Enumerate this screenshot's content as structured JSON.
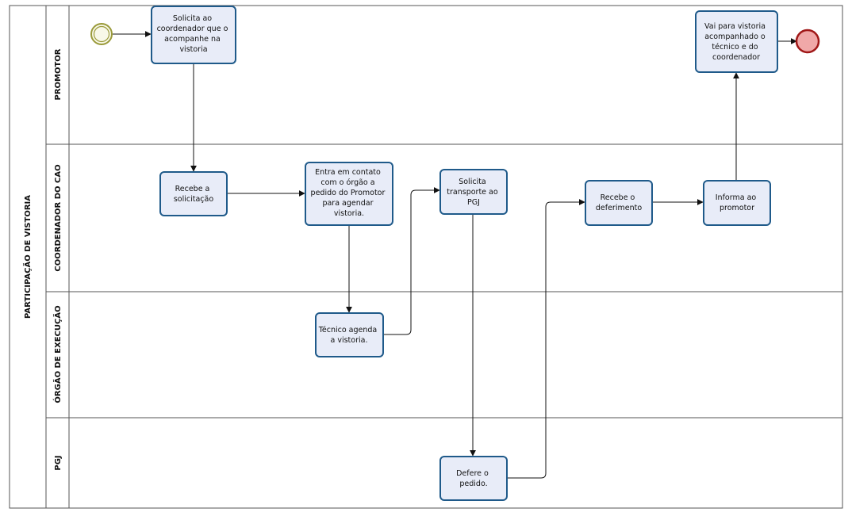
{
  "pool": {
    "label": "PARTICIPAÇÃO DE VISTORIA"
  },
  "lanes": [
    {
      "id": "promotor",
      "label": "PROMOTOR"
    },
    {
      "id": "coordenador",
      "label": "COORDENADOR DO CAO"
    },
    {
      "id": "orgao",
      "label": "ÓRGÃO DE EXECUÇÃO"
    },
    {
      "id": "pgj",
      "label": "PGJ"
    }
  ],
  "events": {
    "start": {
      "type": "start"
    },
    "end": {
      "type": "end"
    }
  },
  "tasks": [
    {
      "id": "t1",
      "lines": [
        "Solicita ao",
        "coordenador que o",
        "acompanhe na",
        "vistoria"
      ]
    },
    {
      "id": "t2",
      "lines": [
        "Recebe a",
        "solicitação"
      ]
    },
    {
      "id": "t3",
      "lines": [
        "Entra em contato",
        "com o órgão a",
        "pedido do Promotor",
        "para agendar",
        "vistoria."
      ]
    },
    {
      "id": "t4",
      "lines": [
        "Técnico agenda",
        "a vistoria."
      ]
    },
    {
      "id": "t5",
      "lines": [
        "Solicita",
        "transporte ao",
        "PGJ"
      ]
    },
    {
      "id": "t6",
      "lines": [
        "Defere o",
        "pedido."
      ]
    },
    {
      "id": "t7",
      "lines": [
        "Recebe o",
        "deferimento"
      ]
    },
    {
      "id": "t8",
      "lines": [
        "Informa ao",
        "promotor"
      ]
    },
    {
      "id": "t9",
      "lines": [
        "Vai para vistoria",
        "acompanhado o",
        "técnico e do",
        "coordenador"
      ]
    }
  ],
  "flows": [
    {
      "from": "start",
      "to": "t1"
    },
    {
      "from": "t1",
      "to": "t2"
    },
    {
      "from": "t2",
      "to": "t3"
    },
    {
      "from": "t3",
      "to": "t4"
    },
    {
      "from": "t4",
      "to": "t5"
    },
    {
      "from": "t5",
      "to": "t6"
    },
    {
      "from": "t6",
      "to": "t7"
    },
    {
      "from": "t7",
      "to": "t8"
    },
    {
      "from": "t8",
      "to": "t9"
    },
    {
      "from": "t9",
      "to": "end"
    }
  ],
  "colors": {
    "task_fill": "#e8ecf8",
    "task_stroke": "#1f5a8a",
    "start_stroke": "#9a9a3a",
    "start_fill": "#f8f8e8",
    "end_stroke": "#a01818",
    "end_fill": "#f0a8a8",
    "line": "#111111",
    "lane_border": "#555555"
  }
}
